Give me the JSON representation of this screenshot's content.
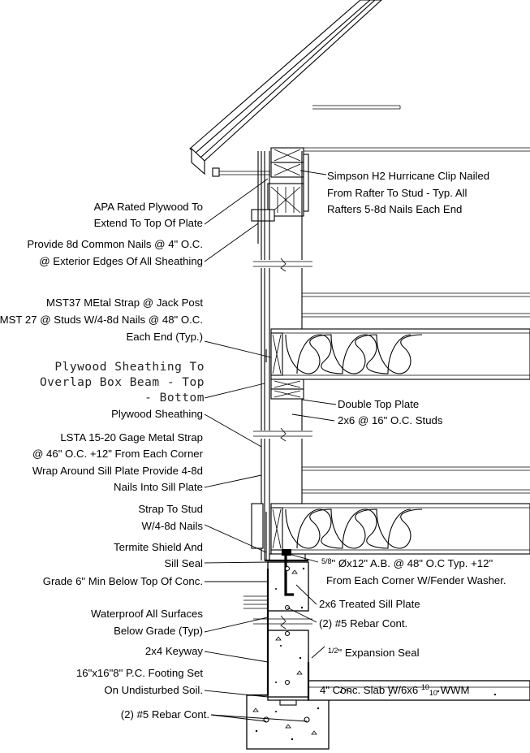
{
  "callouts": {
    "hurricane_clip": [
      "Simpson H2 Hurricane Clip Nailed",
      "From Rafter To Stud - Typ. All",
      "Rafters 5-8d Nails Each End"
    ],
    "apa_plywood": [
      "APA Rated Plywood To",
      "Extend To Top Of Plate"
    ],
    "nails_8d": [
      "Provide 8d Common Nails @ 4\" O.C.",
      "@ Exterior Edges Of All Sheathing"
    ],
    "mst_strap": [
      "MST37 MEtal Strap @ Jack Post",
      "MST 27 @ Studs W/4-8d Nails @ 48\" O.C.",
      "Each End (Typ.)"
    ],
    "overlap": [
      "Plywood Sheathing To",
      "Overlap Box Beam - Top",
      "- Bottom"
    ],
    "plywood_sheathing": [
      "Plywood Sheathing"
    ],
    "double_top_plate": [
      "Double Top Plate"
    ],
    "studs": [
      "2x6 @ 16\" O.C. Studs"
    ],
    "lsta_strap": [
      "LSTA 15-20 Gage Metal Strap",
      "@ 46\" O.C. +12\" From Each Corner",
      "Wrap Around Sill Plate Provide 4-8d",
      "Nails Into Sill Plate"
    ],
    "strap_to_stud": [
      "Strap To Stud",
      "W/4-8d Nails"
    ],
    "termite_shield": [
      "Termite Shield And",
      "Sill Seal"
    ],
    "anchor_bolt": {
      "fraction": "5/8",
      "text": "\" Øx12\" A.B. @ 48\" O.C Typ. +12\"",
      "line2": "From Each Corner W/Fender Washer."
    },
    "grade": [
      "Grade 6\" Min Below Top Of Conc."
    ],
    "sill_plate": [
      "2x6 Treated Sill Plate"
    ],
    "waterproof": [
      "Waterproof All Surfaces",
      "Below Grade (Typ)"
    ],
    "rebar_wall": [
      "(2) #5 Rebar Cont."
    ],
    "keyway": [
      "2x4 Keyway"
    ],
    "expansion_seal": {
      "fraction": "1/2",
      "text": "\" Expansion Seal"
    },
    "footing": [
      "16\"x16\"8\" P.C. Footing Set",
      "On Undisturbed Soil."
    ],
    "slab": {
      "text": "4\" Conc. Slab W/6x6 ",
      "sup": "10",
      "sub": "10",
      "tail": " WWM"
    },
    "rebar_footing": [
      "(2) #5 Rebar Cont."
    ]
  },
  "colors": {
    "line": "#000000",
    "background": "#ffffff"
  }
}
